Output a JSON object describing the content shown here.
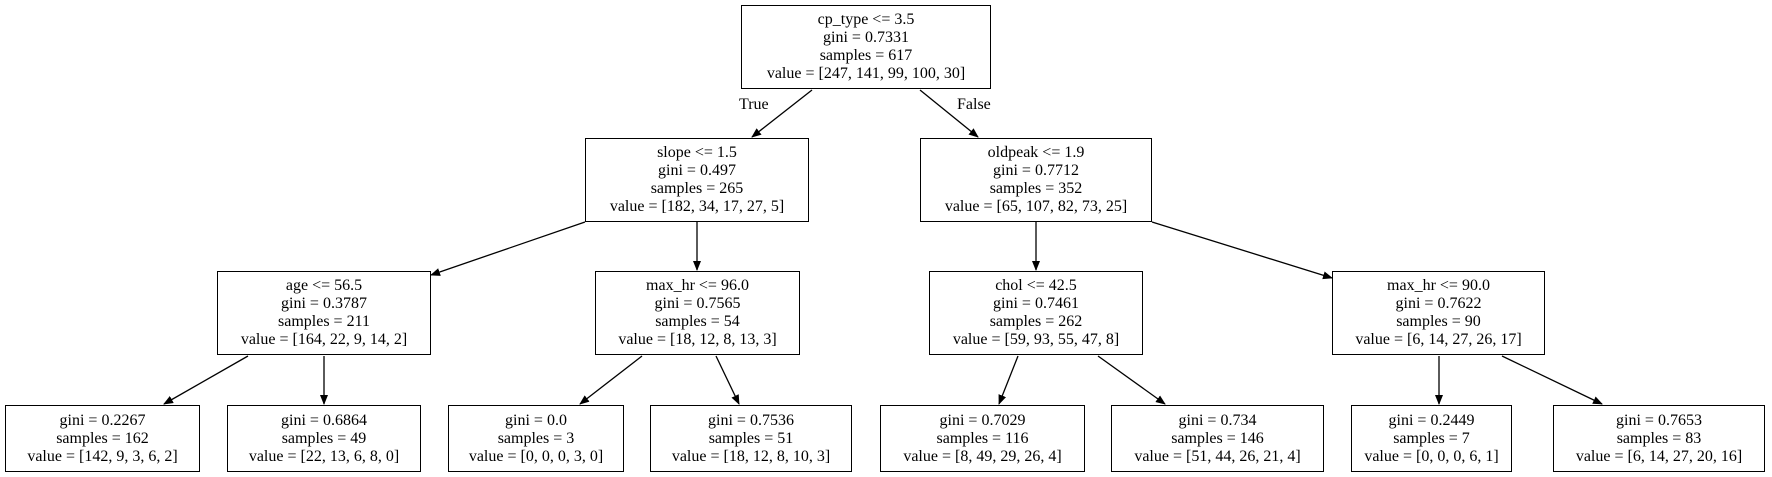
{
  "edge_labels": {
    "true_label": "True",
    "false_label": "False"
  },
  "nodes": [
    {
      "id": "n0",
      "lines": [
        "cp_type <= 3.5",
        "gini = 0.7331",
        "samples = 617",
        "value = [247, 141, 99, 100, 30]"
      ]
    },
    {
      "id": "n1",
      "lines": [
        "slope <= 1.5",
        "gini = 0.497",
        "samples = 265",
        "value = [182, 34, 17, 27, 5]"
      ]
    },
    {
      "id": "n2",
      "lines": [
        "oldpeak <= 1.9",
        "gini = 0.7712",
        "samples = 352",
        "value = [65, 107, 82, 73, 25]"
      ]
    },
    {
      "id": "n3",
      "lines": [
        "age <= 56.5",
        "gini = 0.3787",
        "samples = 211",
        "value = [164, 22, 9, 14, 2]"
      ]
    },
    {
      "id": "n4",
      "lines": [
        "max_hr <= 96.0",
        "gini = 0.7565",
        "samples = 54",
        "value = [18, 12, 8, 13, 3]"
      ]
    },
    {
      "id": "n5",
      "lines": [
        "chol <= 42.5",
        "gini = 0.7461",
        "samples = 262",
        "value = [59, 93, 55, 47, 8]"
      ]
    },
    {
      "id": "n6",
      "lines": [
        "max_hr <= 90.0",
        "gini = 0.7622",
        "samples = 90",
        "value = [6, 14, 27, 26, 17]"
      ]
    },
    {
      "id": "n7",
      "lines": [
        "gini = 0.2267",
        "samples = 162",
        "value = [142, 9, 3, 6, 2]"
      ]
    },
    {
      "id": "n8",
      "lines": [
        "gini = 0.6864",
        "samples = 49",
        "value = [22, 13, 6, 8, 0]"
      ]
    },
    {
      "id": "n9",
      "lines": [
        "gini = 0.0",
        "samples = 3",
        "value = [0, 0, 0, 3, 0]"
      ]
    },
    {
      "id": "n10",
      "lines": [
        "gini = 0.7536",
        "samples = 51",
        "value = [18, 12, 8, 10, 3]"
      ]
    },
    {
      "id": "n11",
      "lines": [
        "gini = 0.7029",
        "samples = 116",
        "value = [8, 49, 29, 26, 4]"
      ]
    },
    {
      "id": "n12",
      "lines": [
        "gini = 0.734",
        "samples = 146",
        "value = [51, 44, 26, 21, 4]"
      ]
    },
    {
      "id": "n13",
      "lines": [
        "gini = 0.2449",
        "samples = 7",
        "value = [0, 0, 0, 6, 1]"
      ]
    },
    {
      "id": "n14",
      "lines": [
        "gini = 0.7653",
        "samples = 83",
        "value = [6, 14, 27, 20, 16]"
      ]
    }
  ],
  "edges": [
    [
      "n0",
      "n1"
    ],
    [
      "n0",
      "n2"
    ],
    [
      "n1",
      "n3"
    ],
    [
      "n1",
      "n4"
    ],
    [
      "n2",
      "n5"
    ],
    [
      "n2",
      "n6"
    ],
    [
      "n3",
      "n7"
    ],
    [
      "n3",
      "n8"
    ],
    [
      "n4",
      "n9"
    ],
    [
      "n4",
      "n10"
    ],
    [
      "n5",
      "n11"
    ],
    [
      "n5",
      "n12"
    ],
    [
      "n6",
      "n13"
    ],
    [
      "n6",
      "n14"
    ]
  ]
}
